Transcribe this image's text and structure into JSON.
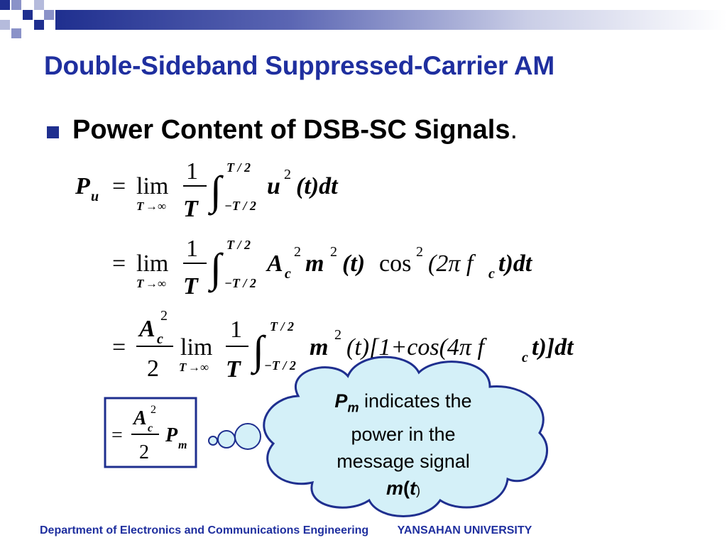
{
  "slide": {
    "title": "Double-Sideband Suppressed-Carrier AM",
    "bullet": "Power Content of DSB-SC Signals",
    "bullet_end": ".",
    "footer_dept": "Department of Electronics and Communications Engineering",
    "footer_univ": "YANSAHAN UNIVERSITY"
  },
  "bubble": {
    "pm_main": "P",
    "pm_sub": "m",
    "line1_rest": " indicates the",
    "line2": "power in the",
    "line3": "message signal",
    "mt_m": "m",
    "mt_open": "(",
    "mt_t": "t",
    "mt_close": ")"
  },
  "colors": {
    "accent": "#1f2f9f",
    "bubble_fill": "#d4f0f8",
    "bubble_stroke": "#1f2f8f"
  },
  "eq": {
    "eq_sign": "=",
    "lim": "lim",
    "T": "T",
    "arrow_inf": "→∞",
    "one": "1",
    "two": "2",
    "T2_top": "T / 2",
    "T2_bot": "−T / 2",
    "P": "P",
    "u_sub": "u",
    "u": "u",
    "sq": "2",
    "paren_t_dt": "(t)dt",
    "A": "A",
    "c": "c",
    "m": "m",
    "t_paren": "(t)",
    "cos": "cos",
    "cos_arg": "(2π f",
    "t_dt": "t)dt",
    "bracket_open": "(t)[1+cos(4π f",
    "bracket_close": "t)]dt",
    "P_m_main": "P",
    "P_m_sub": "m"
  }
}
